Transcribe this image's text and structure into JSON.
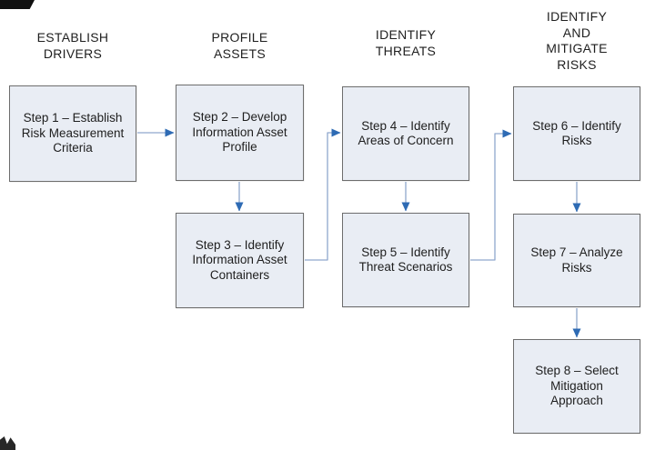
{
  "phases": [
    {
      "label": "ESTABLISH\nDRIVERS"
    },
    {
      "label": "PROFILE\nASSETS"
    },
    {
      "label": "IDENTIFY\nTHREATS"
    },
    {
      "label": "IDENTIFY\nAND\nMITIGATE\nRISKS"
    }
  ],
  "steps": [
    {
      "label": "Step 1 – Establish\nRisk Measurement\nCriteria"
    },
    {
      "label": "Step 2 – Develop\nInformation Asset\nProfile"
    },
    {
      "label": "Step 3 – Identify\nInformation Asset\nContainers"
    },
    {
      "label": "Step 4 – Identify\nAreas of Concern"
    },
    {
      "label": "Step 5 – Identify\nThreat Scenarios"
    },
    {
      "label": "Step 6 – Identify\nRisks"
    },
    {
      "label": "Step 7 – Analyze\nRisks"
    },
    {
      "label": "Step 8 – Select\nMitigation\nApproach"
    }
  ],
  "colors": {
    "box_fill": "#e9edf4",
    "box_border": "#6d6d6d",
    "text": "#1e1e1e",
    "connector_line": "#8fa7cd",
    "arrowhead": "#2e6bb4",
    "artifact": "#101010",
    "background": "#ffffff"
  }
}
